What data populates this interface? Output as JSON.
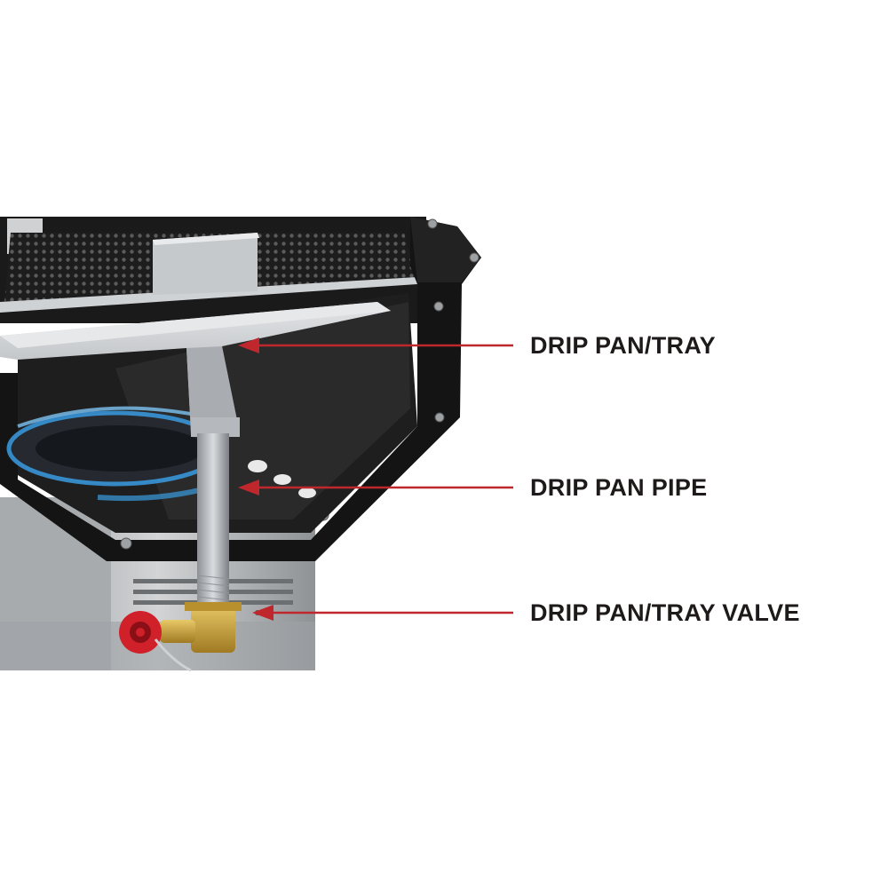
{
  "callouts": [
    {
      "id": "drip-pan-tray",
      "label": "DRIP PAN/TRAY"
    },
    {
      "id": "drip-pan-pipe",
      "label": "DRIP PAN PIPE"
    },
    {
      "id": "drip-pan-tray-valve",
      "label": "DRIP PAN/TRAY VALVE"
    }
  ],
  "colors": {
    "arrow": "#c0272d",
    "label": "#1e1a1a",
    "frame": "#141414",
    "steel": "#b9bcbf",
    "brass": "#c9a43c",
    "valve_handle": "#d0202a",
    "flame": "#3a9be0"
  }
}
